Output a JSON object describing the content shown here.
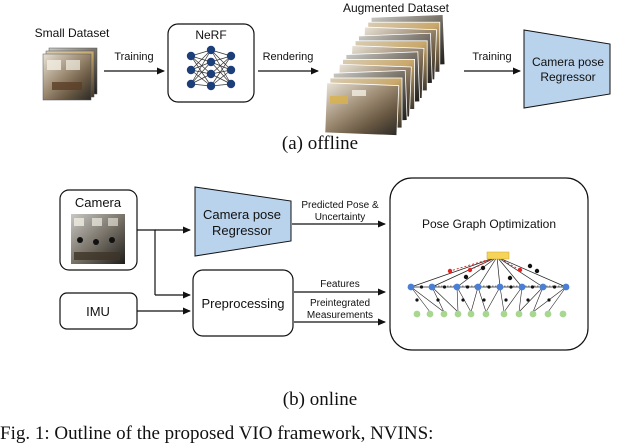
{
  "offline": {
    "small_dataset_label": "Small Dataset",
    "training_label_1": "Training",
    "nerf_label": "NeRF",
    "rendering_label": "Rendering",
    "augmented_dataset_label": "Augmented Dataset",
    "training_label_2": "Training",
    "regressor_line1": "Camera pose",
    "regressor_line2": "Regressor",
    "caption": "(a) offline"
  },
  "online": {
    "camera_label": "Camera",
    "imu_label": "IMU",
    "regressor_line1": "Camera pose",
    "regressor_line2": "Regressor",
    "preprocessing_label": "Preprocessing",
    "pred_pose_line1": "Predicted Pose &",
    "pred_pose_line2": "Uncertainty",
    "features_label": "Features",
    "preint_line1": "Preintegrated",
    "preint_line2": "Measurements",
    "pgo_label": "Pose Graph Optimization",
    "caption": "(b) online"
  },
  "figure_caption": "Fig. 1: Outline of the proposed VIO framework, NVINS:",
  "colors": {
    "regressor_fill": "#b9d3ec",
    "node_blue": "#4a7fd4",
    "node_red": "#e02525",
    "node_green": "#a8d890",
    "node_yellow": "#f6d45a"
  }
}
